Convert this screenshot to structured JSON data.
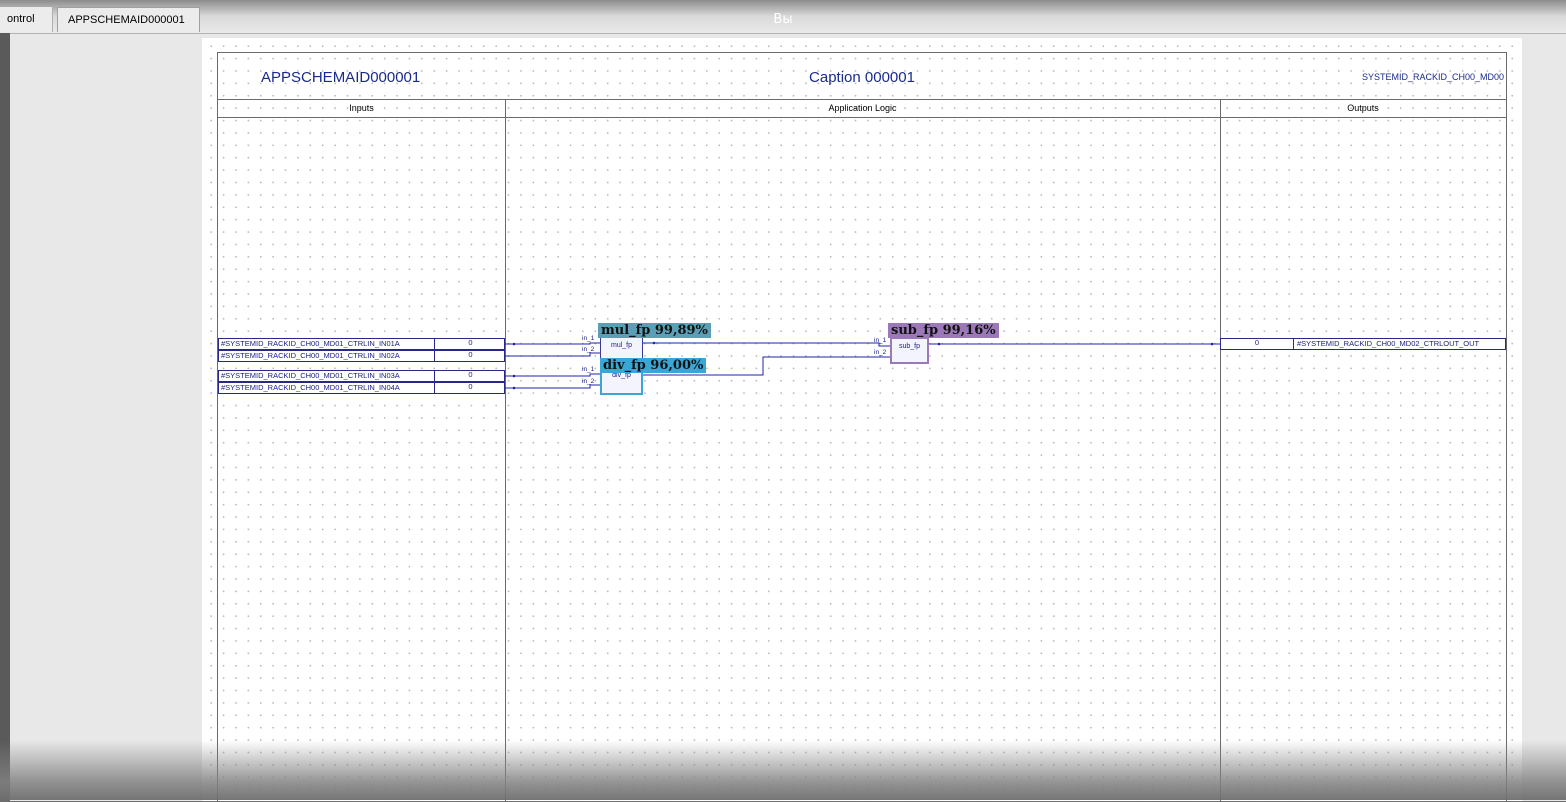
{
  "window": {
    "caption": "Вы",
    "tabs": [
      {
        "label": "ontrol"
      },
      {
        "label": "APPSCHEMAID000001"
      }
    ]
  },
  "schema": {
    "id": "APPSCHEMAID000001",
    "caption": "Caption 000001",
    "system_id": "SYSTEMID_RACKID_CH00_MD00",
    "columns": {
      "inputs": "Inputs",
      "logic": "Application Logic",
      "outputs": "Outputs"
    }
  },
  "inputs": [
    {
      "name": "#SYSTEMID_RACKID_CH00_MD01_CTRLIN_IN01A",
      "value": "0"
    },
    {
      "name": "#SYSTEMID_RACKID_CH00_MD01_CTRLIN_IN02A",
      "value": "0"
    },
    {
      "name": "#SYSTEMID_RACKID_CH00_MD01_CTRLIN_IN03A",
      "value": "0"
    },
    {
      "name": "#SYSTEMID_RACKID_CH00_MD01_CTRLIN_IN04A",
      "value": "0"
    }
  ],
  "outputs": [
    {
      "name": "#SYSTEMID_RACKID_CH00_MD02_CTRLOUT_OUT",
      "value": "0"
    }
  ],
  "blocks": {
    "mul": {
      "label": "mul_fp",
      "coverage": "mul_fp 99,89%",
      "pin1": "in_1",
      "pin2": "in_2",
      "color": "#5b9fb6"
    },
    "div": {
      "label": "div_fp",
      "coverage": "div_fp 96,00%",
      "pin1": "in_1",
      "pin2": "in_2",
      "color": "#39a6d6"
    },
    "sub": {
      "label": "sub_fp",
      "coverage": "sub_fp 99,16%",
      "pin1": "in_1",
      "pin2": "in_2",
      "color": "#9b79b8"
    }
  },
  "colors": {
    "wire": "#2222aa",
    "frame": "#6a6a6a",
    "text": "#1a2a8c"
  }
}
